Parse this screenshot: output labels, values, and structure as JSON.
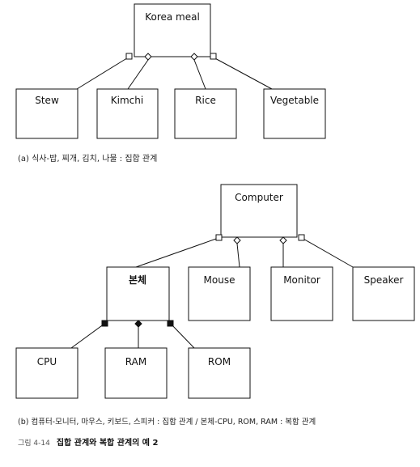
{
  "diagram_a": {
    "root": "Korea meal",
    "children": [
      "Stew",
      "Kimchi",
      "Rice",
      "Vegetable"
    ],
    "caption": "(a) 식사-밥, 찌개, 김치, 나물 : 집합 관계"
  },
  "diagram_b": {
    "root": "Computer",
    "children": [
      "본체",
      "Mouse",
      "Monitor",
      "Speaker"
    ],
    "sub_children": [
      "CPU",
      "RAM",
      "ROM"
    ],
    "caption": "(b) 컴퓨터-모니터, 마우스, 키보드, 스피커 : 집합 관계 / 본체-CPU, ROM, RAM : 복합 관계"
  },
  "figure": {
    "number": "그림 4-14",
    "title": "집합 관계와 복합 관계의 예 2"
  }
}
